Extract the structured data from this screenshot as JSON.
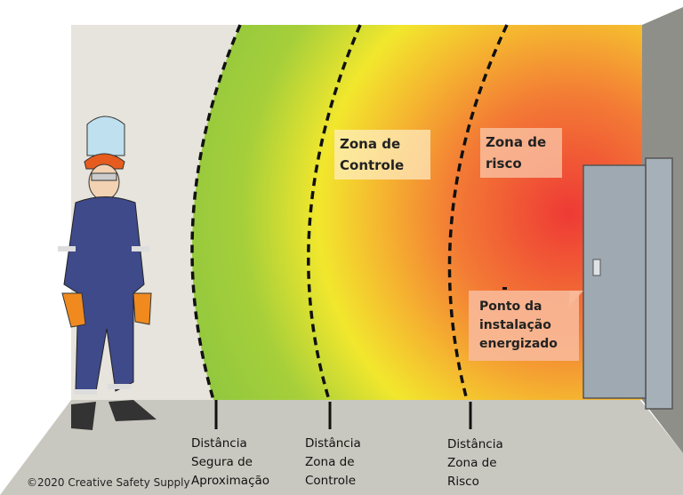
{
  "zones": {
    "control_label": "Zona de\nControle",
    "risk_label": "Zona de\nrisco"
  },
  "energized_point": {
    "label": "Ponto da\ninstalação\nenergizado"
  },
  "distances": [
    {
      "label": "Distância\nSegura de\nAproximação"
    },
    {
      "label": "Distância\nZona de\nControle"
    },
    {
      "label": "Distância\nZona de\nRisco"
    }
  ],
  "copyright": "©2020 Creative Safety Supply",
  "colors": {
    "wall": "#e6e4dc",
    "floor": "#c9c8c0",
    "side_wall": "#8f8f8a",
    "green": "#8dc63f",
    "yellow": "#f2e72d",
    "orange": "#f39a2e",
    "red": "#ee3a35",
    "panel": "#9ea9b1",
    "suit": "#3f4a8a"
  }
}
